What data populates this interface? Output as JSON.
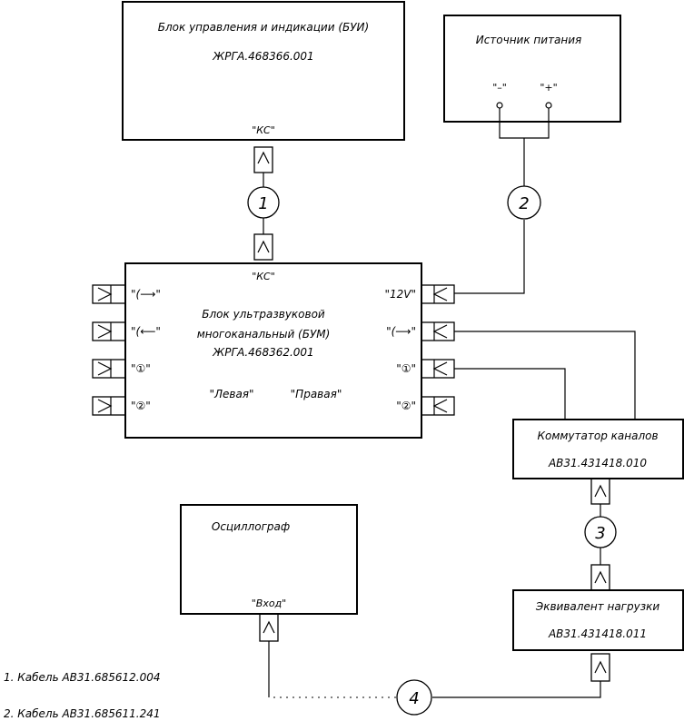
{
  "buy": {
    "title": "Блок управления и индикации (БУИ)",
    "code": "ЖРГА.468366.001",
    "port": "\"КС\""
  },
  "psu": {
    "title": "Источник питания",
    "minus": "\"–\"",
    "plus": "\"+\""
  },
  "bum": {
    "title_line1": "Блок ультразвуковой",
    "title_line2": "многоканальный (БУМ)",
    "code": "ЖРГА.468362.001",
    "top_port": "\"КС\"",
    "left_ports": [
      "\"(⟶\"",
      "\"(⟵\"",
      "\"①\"",
      "\"②\""
    ],
    "right_ports": [
      "\"12V\"",
      "\"(⟶\"",
      "\"①\"",
      "\"②\""
    ],
    "left_label": "\"Левая\"",
    "right_label": "\"Правая\""
  },
  "switch": {
    "title": "Коммутатор каналов",
    "code": "АВ31.431418.010"
  },
  "osc": {
    "title": "Осциллограф",
    "port": "\"Вход\""
  },
  "load": {
    "title": "Эквивалент нагрузки",
    "code": "АВ31.431418.011"
  },
  "cables": [
    "1",
    "2",
    "3",
    "4"
  ],
  "legend": [
    "1.  Кабель АВ31.685612.004",
    "2.  Кабель АВ31.685611.241"
  ]
}
